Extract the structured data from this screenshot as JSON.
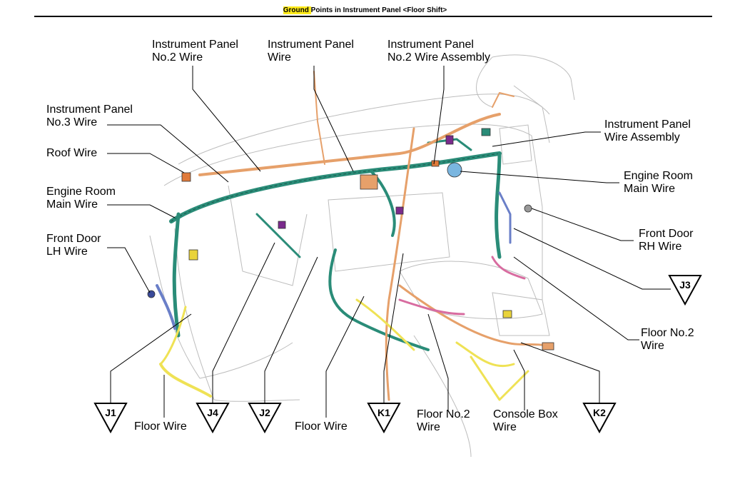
{
  "title": {
    "highlight": "Ground ",
    "rest": "Points in Instrument Panel <Floor Shift>"
  },
  "labels": {
    "ip_no2_wire": [
      "Instrument Panel",
      "No.2 Wire"
    ],
    "ip_wire": [
      "Instrument Panel",
      "Wire"
    ],
    "ip_no2_wire_assembly": [
      "Instrument Panel",
      "No.2 Wire Assembly"
    ],
    "ip_no3_wire": [
      "Instrument Panel",
      "No.3 Wire"
    ],
    "ip_wire_assembly": [
      "Instrument Panel",
      "Wire Assembly"
    ],
    "roof_wire": [
      "Roof Wire"
    ],
    "engine_room_main_left": [
      "Engine Room",
      "Main Wire"
    ],
    "engine_room_main_right": [
      "Engine Room",
      "Main Wire"
    ],
    "front_door_lh": [
      "Front Door",
      "LH Wire"
    ],
    "front_door_rh": [
      "Front Door",
      "RH Wire"
    ],
    "floor_no2_right": [
      "Floor No.2",
      "Wire"
    ],
    "floor_wire_left": [
      "Floor Wire"
    ],
    "floor_wire_center": [
      "Floor Wire"
    ],
    "floor_no2_bottom": [
      "Floor No.2",
      "Wire"
    ],
    "console_box": [
      "Console Box",
      "Wire"
    ]
  },
  "grounds": {
    "j1": "J1",
    "j4": "J4",
    "j2": "J2",
    "k1": "K1",
    "k2": "K2",
    "j3": "J3"
  },
  "colors": {
    "wire_green": "#2a8c78",
    "wire_orange": "#e6a06a",
    "wire_yellow": "#efe255",
    "wire_pink": "#d86ca0",
    "wire_blue": "#6a7fc8",
    "connector_purple": "#7a2a8c",
    "connector_orange": "#e07a3a",
    "title_highlight": "#ffeb1a"
  }
}
